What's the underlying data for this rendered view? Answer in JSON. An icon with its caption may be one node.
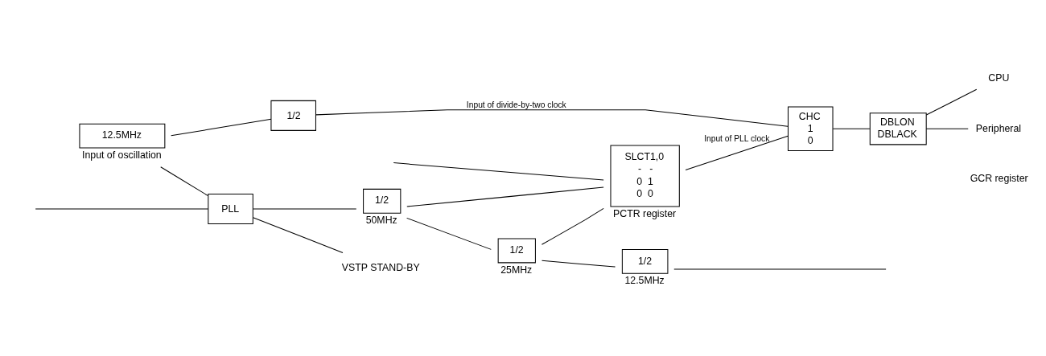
{
  "diagram": {
    "nodes": [
      {
        "text": [
          "12.5MHz"
        ],
        "beside": [
          "Input of oscillation"
        ]
      },
      {
        "text": [
          "1/2"
        ]
      },
      {
        "text": [
          "PLL"
        ]
      },
      {
        "text": [
          "1/2"
        ],
        "beside": [
          "50MHz"
        ]
      },
      {
        "text": [
          "1/2"
        ],
        "beside": [
          "25MHz"
        ]
      },
      {
        "text": [
          "1/2"
        ],
        "beside": [
          "12.5MHz"
        ]
      },
      {
        "text": [
          "SLCT1,0",
          "-   -",
          "0  1",
          "0  0"
        ],
        "beside": [
          "PCTR register"
        ]
      },
      {
        "text": [
          "CHC",
          "1",
          "0"
        ]
      },
      {
        "text": [
          "DBLON",
          "DBLACK"
        ]
      },
      {
        "text": [
          "VSTP STAND-BY"
        ]
      },
      {
        "text": [
          "CPU"
        ]
      },
      {
        "text": [
          "Peripheral"
        ]
      }
    ],
    "edges": [
      {
        "from": 0,
        "to": 1,
        "arrow": "none"
      },
      {
        "from": 0,
        "to": 2,
        "arrow": "none"
      },
      {
        "from": null,
        "to": 2,
        "arrow": "none"
      },
      {
        "from": 1,
        "to": 7,
        "arrow": "none",
        "label": "Input of divide-by-two clock"
      },
      {
        "from": 2,
        "to": 3,
        "arrow": "none"
      },
      {
        "from": 2,
        "to": 9,
        "arrow": "none"
      },
      {
        "from": 3,
        "to": 4,
        "arrow": "none"
      },
      {
        "from": 3,
        "to": 6,
        "arrow": "none"
      },
      {
        "from": 4,
        "to": 5,
        "arrow": "none"
      },
      {
        "from": 4,
        "to": 6,
        "arrow": "none"
      },
      {
        "from": 5,
        "to": null,
        "arrow": "none"
      },
      {
        "from": null,
        "to": 6,
        "arrow": "none"
      },
      {
        "from": 6,
        "to": 7,
        "arrow": "none",
        "label": "Input of PLL clock"
      },
      {
        "from": 7,
        "to": 8,
        "arrow": "none"
      },
      {
        "from": 8,
        "to": 10,
        "arrow": "none"
      },
      {
        "from": 8,
        "to": 11,
        "arrow": "none"
      }
    ],
    "labels": [
      "GCR register"
    ]
  }
}
